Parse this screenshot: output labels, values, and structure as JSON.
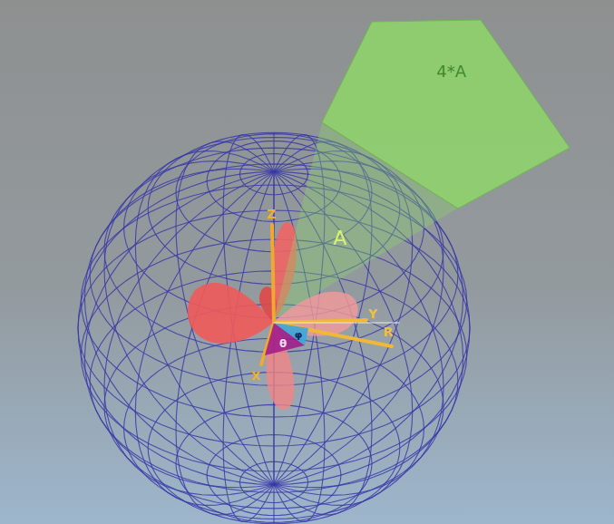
{
  "diagram": {
    "nodes": [
      {
        "text": [
          "4*A"
        ]
      },
      {
        "text": [
          "A"
        ]
      }
    ],
    "labels": [
      "Z",
      "Y",
      "R",
      "X",
      "θ",
      "φ"
    ]
  }
}
